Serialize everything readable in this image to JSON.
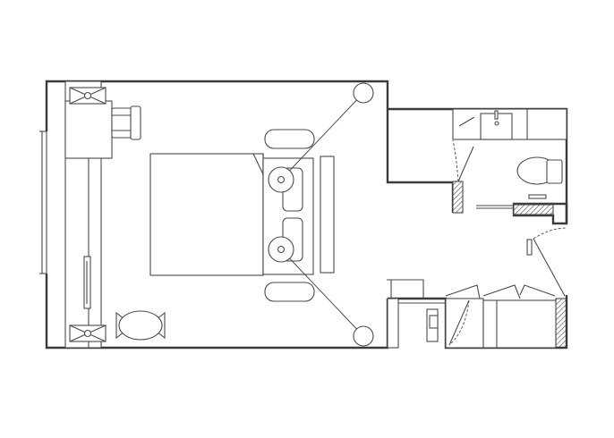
{
  "colors": {
    "wall": "#3a3a3a",
    "line": "#4a4a4a",
    "background": "#ffffff"
  },
  "elements": {
    "bedroom": "bedroom",
    "bathroom": "bathroom",
    "entry": "entry",
    "closet": "closet",
    "bed": "double-bed",
    "nightstands": 2,
    "pillows": 2,
    "lamps": 4,
    "windows": 1,
    "desk_chair": 1,
    "round_table": 1,
    "toilet": 1,
    "sink": 1
  }
}
